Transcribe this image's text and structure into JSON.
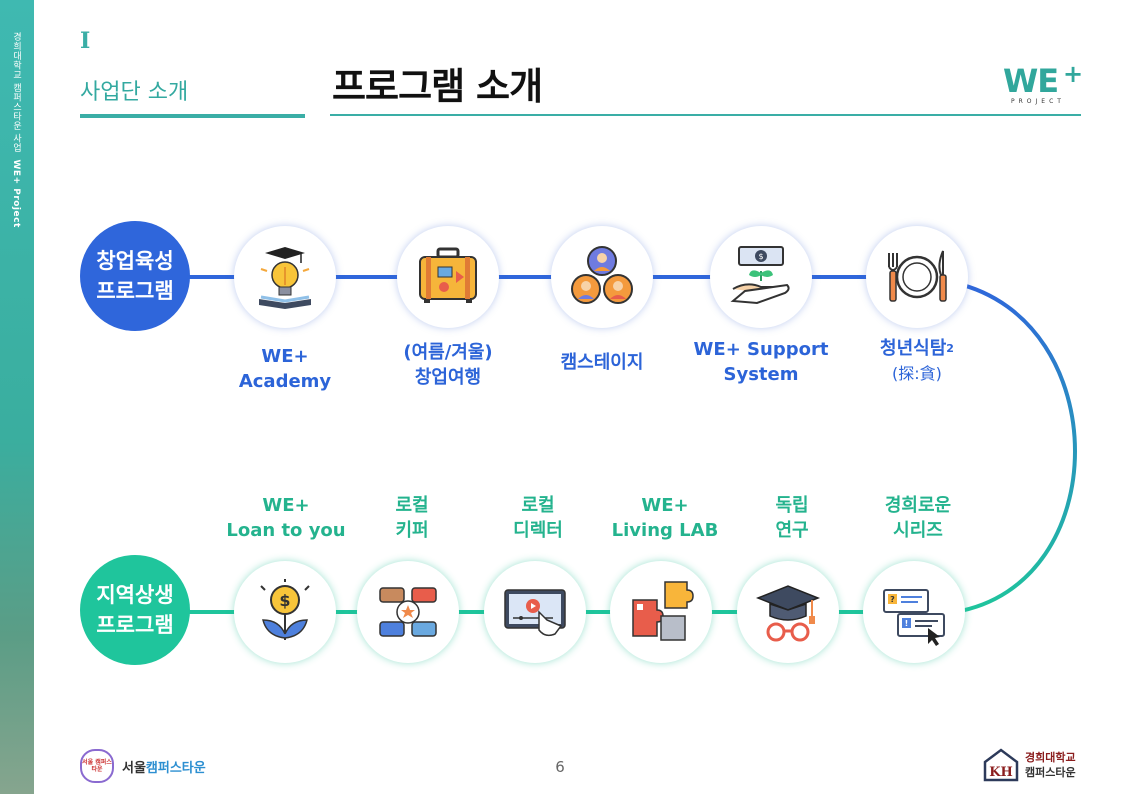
{
  "sidebar": {
    "text_main": "경희대학교 캠퍼스타운 사업",
    "text_bold": "WE+ Project"
  },
  "header": {
    "roman": "I",
    "section": "사업단 소개",
    "title": "프로그램 소개"
  },
  "logo": {
    "main": "WE",
    "plus": "+",
    "sub": "PROJECT"
  },
  "rows": {
    "top_label": [
      "창업육성",
      "프로그램"
    ],
    "bottom_label": [
      "지역상생",
      "프로그램"
    ]
  },
  "top_programs": [
    {
      "line1": "WE+",
      "line2": "Academy",
      "icon": "lightbulb-book-icon"
    },
    {
      "line1": "(여름/겨울)",
      "line2": "창업여행",
      "icon": "suitcase-icon"
    },
    {
      "line1": "캠스테이지",
      "line2": "",
      "icon": "people-network-icon"
    },
    {
      "line1": "WE+ Support",
      "line2": "System",
      "icon": "money-plant-hand-icon"
    },
    {
      "line1": "청년식탐",
      "line1_sup": "2",
      "line2": "(探:貪)",
      "icon": "plate-fork-knife-icon"
    }
  ],
  "bottom_programs": [
    {
      "line1": "WE+",
      "line2": "Loan to you",
      "icon": "money-plant-icon"
    },
    {
      "line1": "로컬",
      "line2": "키퍼",
      "icon": "teamwork-hands-icon"
    },
    {
      "line1": "로컬",
      "line2": "디렉터",
      "icon": "presentation-screen-icon"
    },
    {
      "line1": "WE+",
      "line2": "Living LAB",
      "icon": "puzzle-icon"
    },
    {
      "line1": "독립",
      "line2": "연구",
      "icon": "graduation-cap-glasses-icon"
    },
    {
      "line1": "경희로운",
      "line2": "시리즈",
      "icon": "chat-windows-icon"
    }
  ],
  "footer": {
    "left_badge": "서울 캠퍼스타운",
    "left_text_a": "서울",
    "left_text_b": "캠퍼스타운",
    "page": "6",
    "right_line1": "경희대학교",
    "right_line2": "캠퍼스타운"
  },
  "colors": {
    "blue": "#2f66db",
    "green": "#1fc59c",
    "teal": "#3aaea6"
  }
}
